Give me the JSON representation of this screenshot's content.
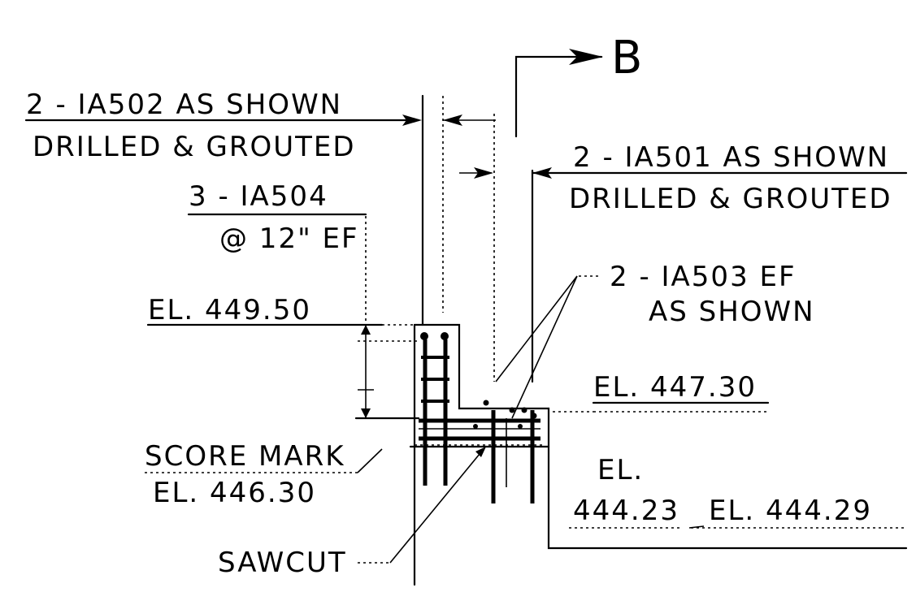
{
  "section": {
    "marker": "B"
  },
  "labels": {
    "bars_1a502_top": "2 - IA502 AS SHOWN",
    "bars_1a502_bottom": "DRILLED & GROUTED",
    "bars_1a501_top": "2 - IA501 AS SHOWN",
    "bars_1a501_bottom": "DRILLED & GROUTED",
    "bars_1a504_top": "3 - IA504",
    "bars_1a504_bottom": "@ 12\" EF",
    "bars_1a503_top": "2 - IA503 EF",
    "bars_1a503_bottom": "AS SHOWN",
    "el_449_50": "EL. 449.50",
    "el_447_30": "EL. 447.30",
    "score_mark": "SCORE MARK",
    "el_446_30": "EL. 446.30",
    "el_prefix": "EL.",
    "el_444_23": "444.23",
    "el_444_29": "EL. 444.29",
    "sawcut": "SAWCUT"
  }
}
